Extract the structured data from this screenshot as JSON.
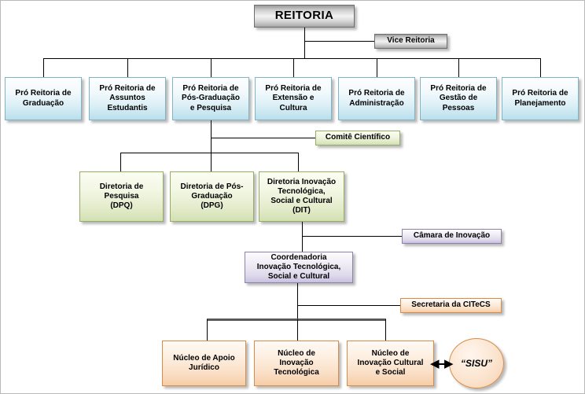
{
  "diagram": {
    "title_node": {
      "label": "REITORIA"
    },
    "vice": {
      "label": "Vice Reitoria"
    },
    "pro_reitorias": [
      {
        "label": "Pró Reitoria de\nGraduação"
      },
      {
        "label": "Pró Reitoria de\nAssuntos\nEstudantis"
      },
      {
        "label": "Pró Reitoria de\nPós-Graduação\ne Pesquisa"
      },
      {
        "label": "Pró Reitoria de\nExtensão e\nCultura"
      },
      {
        "label": "Pró Reitoria de\nAdministração"
      },
      {
        "label": "Pró Reitoria de\nGestão de\nPessoas"
      },
      {
        "label": "Pró Reitoria de\nPlanejamento"
      }
    ],
    "comite": {
      "label": "Comitê Científico"
    },
    "diretorias": [
      {
        "label": "Diretoria de\nPesquisa\n(DPQ)"
      },
      {
        "label": "Diretoria de Pós-\nGraduação\n(DPG)"
      },
      {
        "label": "Diretoria Inovação\nTecnológica,\nSocial e Cultural\n(DIT)"
      }
    ],
    "camara": {
      "label": "Câmara de Inovação"
    },
    "coordenadoria": {
      "label": "Coordenadoria\nInovação Tecnológica,\nSocial e Cultural"
    },
    "secretaria": {
      "label": "Secretaria da CITeCS"
    },
    "nucleos": [
      {
        "label": "Núcleo de Apoio\nJurídico"
      },
      {
        "label": "Núcleo de\nInovação\nTecnológica"
      },
      {
        "label": "Núcleo de\nInovação Cultural\ne Social"
      }
    ],
    "sisu": {
      "label": "“SISU”"
    },
    "colors": {
      "top_metal": "#cfcfcf",
      "blue": "#b9dfec",
      "green": "#d2e0b2",
      "purple": "#c8c1df",
      "orange": "#f6cda6",
      "line": "#000000",
      "bus_thick": "#595959"
    }
  }
}
